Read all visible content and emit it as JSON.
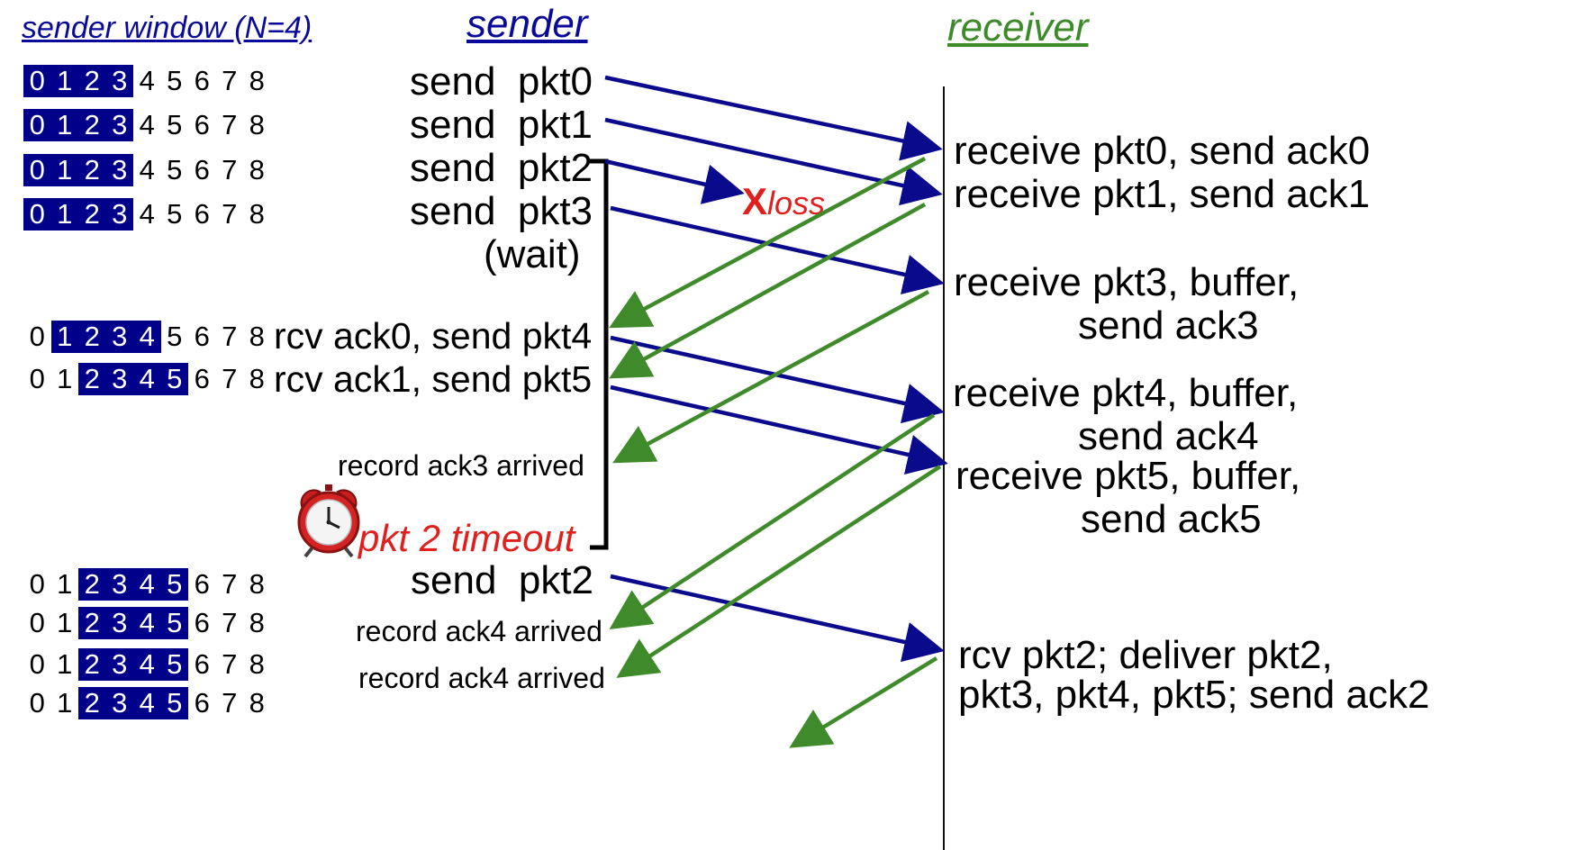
{
  "headers": {
    "window_title": "sender window (N=4)",
    "sender": "sender",
    "receiver": "receiver"
  },
  "sender_windows": [
    {
      "numbers": [
        "0",
        "1",
        "2",
        "3",
        "4",
        "5",
        "6",
        "7",
        "8"
      ],
      "highlighted": [
        0,
        1,
        2,
        3
      ]
    },
    {
      "numbers": [
        "0",
        "1",
        "2",
        "3",
        "4",
        "5",
        "6",
        "7",
        "8"
      ],
      "highlighted": [
        0,
        1,
        2,
        3
      ]
    },
    {
      "numbers": [
        "0",
        "1",
        "2",
        "3",
        "4",
        "5",
        "6",
        "7",
        "8"
      ],
      "highlighted": [
        0,
        1,
        2,
        3
      ]
    },
    {
      "numbers": [
        "0",
        "1",
        "2",
        "3",
        "4",
        "5",
        "6",
        "7",
        "8"
      ],
      "highlighted": [
        0,
        1,
        2,
        3
      ]
    },
    {
      "numbers": [
        "0",
        "1",
        "2",
        "3",
        "4",
        "5",
        "6",
        "7",
        "8"
      ],
      "highlighted": [
        1,
        2,
        3,
        4
      ]
    },
    {
      "numbers": [
        "0",
        "1",
        "2",
        "3",
        "4",
        "5",
        "6",
        "7",
        "8"
      ],
      "highlighted": [
        2,
        3,
        4,
        5
      ]
    },
    {
      "numbers": [
        "0",
        "1",
        "2",
        "3",
        "4",
        "5",
        "6",
        "7",
        "8"
      ],
      "highlighted": [
        2,
        3,
        4,
        5
      ]
    },
    {
      "numbers": [
        "0",
        "1",
        "2",
        "3",
        "4",
        "5",
        "6",
        "7",
        "8"
      ],
      "highlighted": [
        2,
        3,
        4,
        5
      ]
    },
    {
      "numbers": [
        "0",
        "1",
        "2",
        "3",
        "4",
        "5",
        "6",
        "7",
        "8"
      ],
      "highlighted": [
        2,
        3,
        4,
        5
      ]
    },
    {
      "numbers": [
        "0",
        "1",
        "2",
        "3",
        "4",
        "5",
        "6",
        "7",
        "8"
      ],
      "highlighted": [
        2,
        3,
        4,
        5
      ]
    }
  ],
  "sender_events": {
    "send_pkt0": "send  pkt0",
    "send_pkt1": "send  pkt1",
    "send_pkt2": "send  pkt2",
    "send_pkt3": "send  pkt3",
    "wait": "(wait)",
    "rcv_ack0": "rcv ack0, send pkt4",
    "rcv_ack1": "rcv ack1, send pkt5",
    "record_ack3": "record ack3 arrived",
    "timeout": "pkt 2 timeout",
    "resend_pkt2": "send  pkt2",
    "record_ack4_a": "record ack4 arrived",
    "record_ack4_b": "record ack4 arrived"
  },
  "loss": {
    "mark": "X",
    "text": "loss"
  },
  "receiver_events": {
    "r1": "receive pkt0, send ack0",
    "r2": "receive pkt1, send ack1",
    "r3a": "receive pkt3, buffer,",
    "r3b": "send ack3",
    "r4a": "receive pkt4, buffer,",
    "r4b": "send ack4",
    "r5a": "receive pkt5, buffer,",
    "r5b": "send ack5",
    "r6a": "rcv pkt2; deliver pkt2,",
    "r6b": "pkt3, pkt4, pkt5; send ack2"
  },
  "colors": {
    "header_sender": "#0a0a9a",
    "header_receiver": "#3c8a2a",
    "window_highlight": "#00008b",
    "data_arrow": "#0a0a8c",
    "ack_arrow": "#3f8a2a",
    "loss": "#e0201c"
  },
  "icons": {
    "timer": "alarm-clock-icon"
  }
}
